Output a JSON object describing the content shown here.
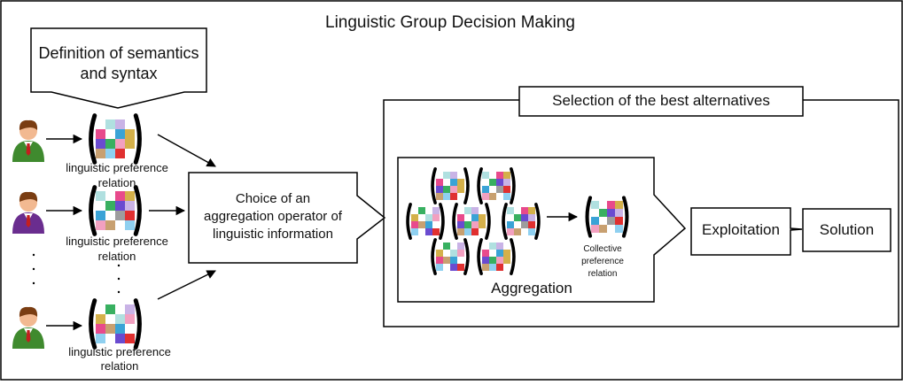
{
  "title": "Linguistic Group Decision Making",
  "definition_box": {
    "line1": "Definition of semantics",
    "line2": "and syntax"
  },
  "experts": [
    {
      "label_line1": "linguistic preference",
      "label_line2": "relation",
      "suit_color": "#3f8a2e",
      "matrix_variant": 0
    },
    {
      "label_line1": "linguistic preference",
      "label_line2": "relation",
      "suit_color": "#6a2d8f",
      "matrix_variant": 1
    },
    {
      "label_line1": "linguistic preference",
      "label_line2": "relation",
      "suit_color": "#3f8a2e",
      "matrix_variant": 2
    }
  ],
  "choice_box": {
    "line1": "Choice of an",
    "line2": "aggregation operator of",
    "line3": "linguistic information"
  },
  "selection_label": "Selection of the best alternatives",
  "aggregation_label": "Aggregation",
  "collective": {
    "line1": "Collective",
    "line2": "preference",
    "line3": "relation"
  },
  "exploitation_label": "Exploitation",
  "solution_label": "Solution",
  "matrix_palette": [
    "#b0e0e0",
    "#c9b3e6",
    "#e84a8c",
    "#3aa3d6",
    "#d4b04a",
    "#6a4bd0",
    "#38b060",
    "#e03030",
    "#9d9d9d",
    "#f2a0c0",
    "#c8a070",
    "#8fd0f0",
    "#ffffff"
  ]
}
